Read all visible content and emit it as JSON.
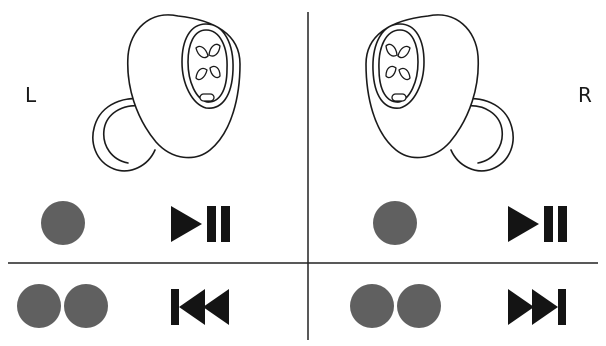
{
  "labels": {
    "left": "L",
    "right": "R"
  },
  "colors": {
    "tap_dot": "#606060",
    "icon": "#141414",
    "line": "#222222",
    "outline": "#1a1a1a"
  },
  "gestures": [
    {
      "side": "left",
      "taps": 1,
      "action": "play-pause-icon"
    },
    {
      "side": "right",
      "taps": 1,
      "action": "play-pause-icon"
    },
    {
      "side": "left",
      "taps": 2,
      "action": "previous-track-icon"
    },
    {
      "side": "right",
      "taps": 2,
      "action": "next-track-icon"
    }
  ]
}
